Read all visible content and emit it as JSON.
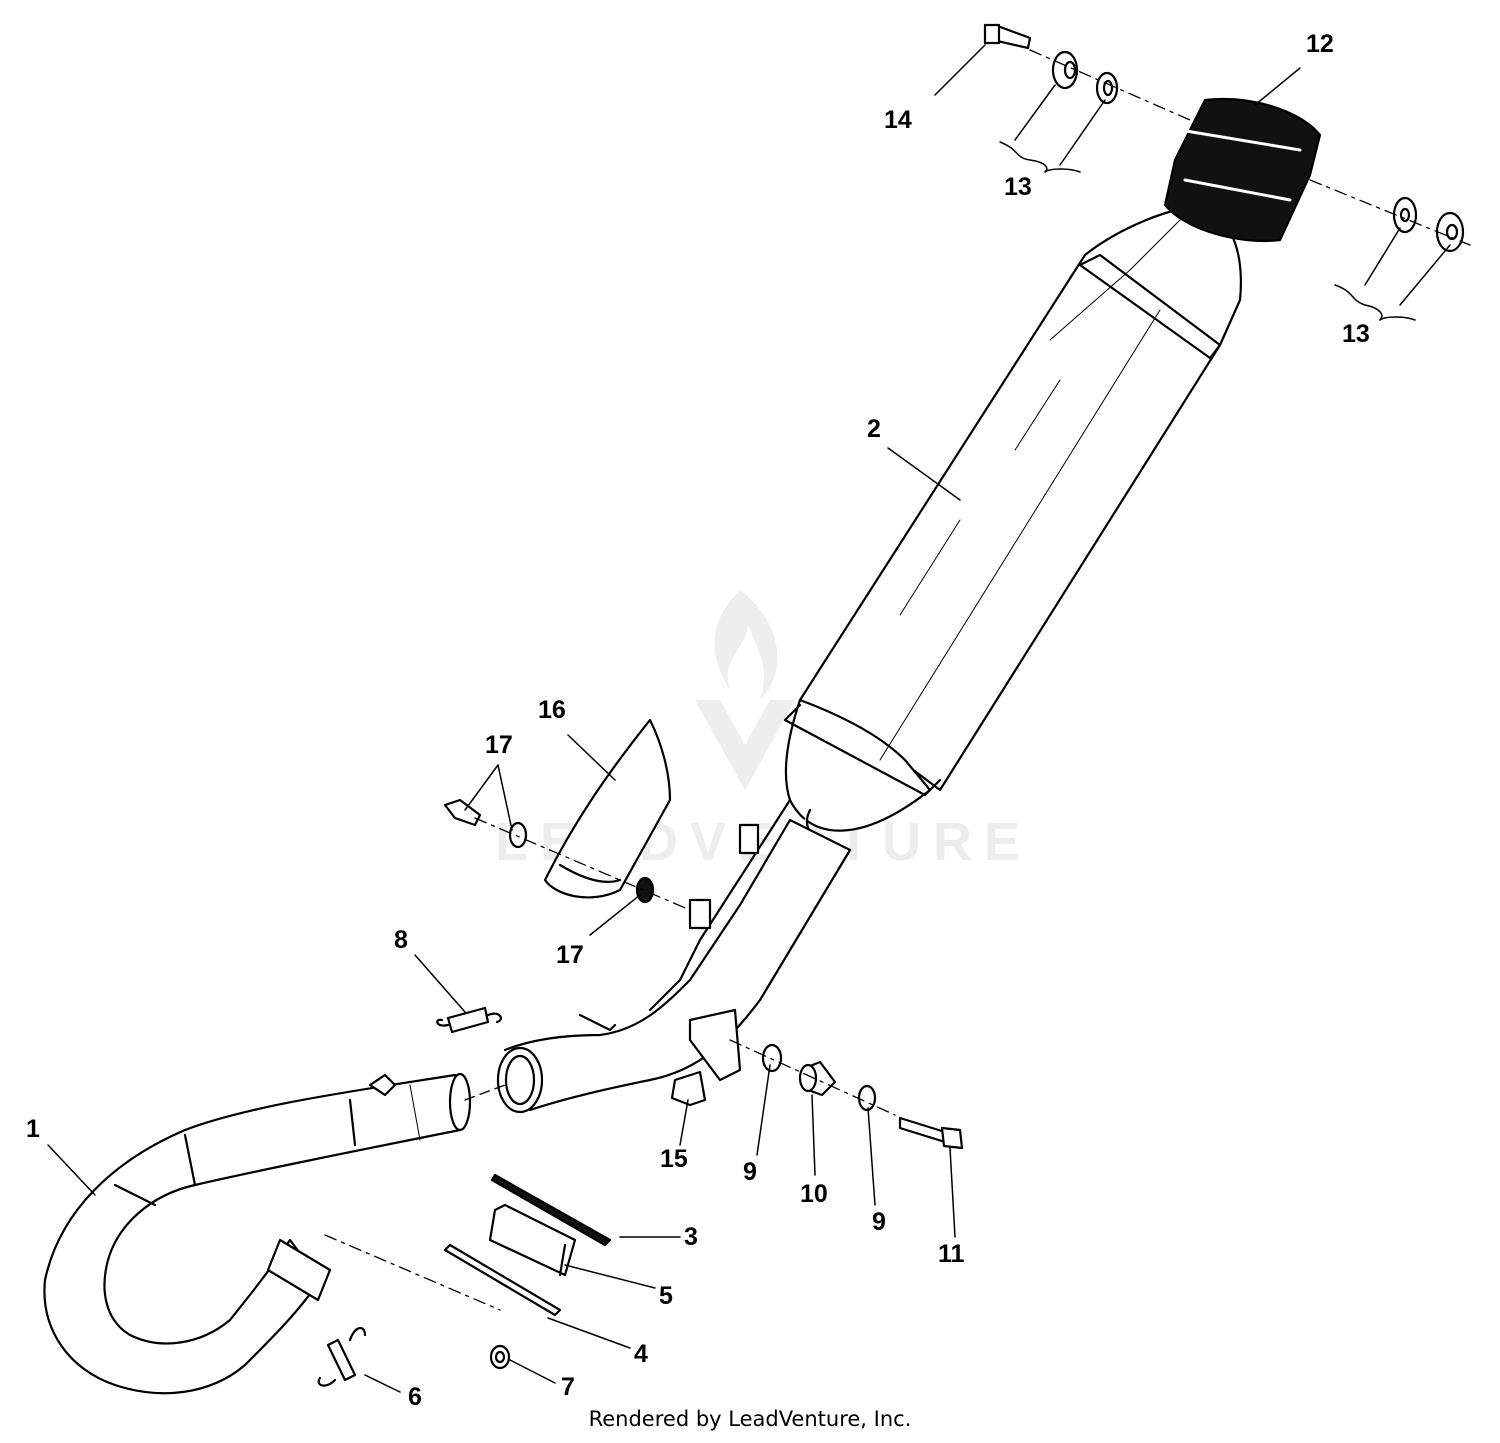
{
  "footer": "Rendered by LeadVenture, Inc.",
  "watermark": "LEADVENTURE",
  "callouts": [
    "1",
    "2",
    "3",
    "4",
    "5",
    "6",
    "7",
    "8",
    "9",
    "9",
    "10",
    "11",
    "12",
    "13",
    "13",
    "14",
    "15",
    "16",
    "17",
    "17"
  ],
  "parts": [
    "header-pipe",
    "muffler",
    "gasket",
    "clamp-strip",
    "sleeve",
    "spring",
    "nut",
    "spring",
    "collar",
    "collar",
    "grommet",
    "bolt",
    "heat-shield-rubber",
    "washer-set",
    "washer-set",
    "bolt",
    "clip",
    "heat-shield",
    "bolt-washer",
    "washer"
  ]
}
